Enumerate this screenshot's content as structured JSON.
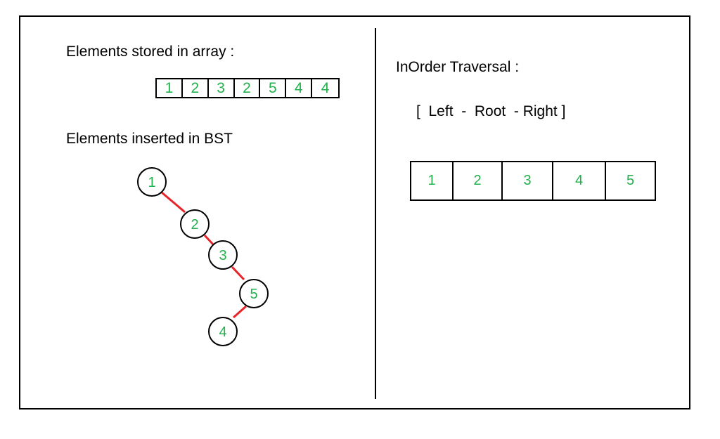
{
  "left": {
    "array_title": "Elements stored in array :",
    "array_values": [
      "1",
      "2",
      "3",
      "2",
      "5",
      "4",
      "4"
    ],
    "bst_title": "Elements inserted in BST",
    "bst_nodes": [
      "1",
      "2",
      "3",
      "5",
      "4"
    ]
  },
  "right": {
    "traversal_title": "InOrder Traversal :",
    "traversal_order": "[  Left  -  Root  - Right ]",
    "result_values": [
      "1",
      "2",
      "3",
      "4",
      "5"
    ]
  },
  "colors": {
    "node_text": "#22b14c",
    "edge": "#e8232a",
    "outline": "#000000"
  }
}
